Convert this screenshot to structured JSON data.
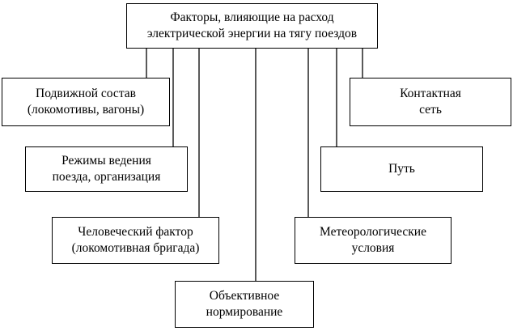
{
  "diagram": {
    "root": {
      "text": "Факторы, влияющие на расход\nэлектрической энергии на тягу поездов"
    },
    "factors": [
      {
        "id": "rolling-stock",
        "text": "Подвижной состав\n(локомотивы, вагоны)"
      },
      {
        "id": "driving-modes",
        "text": "Режимы ведения\nпоезда, организация"
      },
      {
        "id": "human-factor",
        "text": "Человеческий фактор\n(локомотивная бригада)"
      },
      {
        "id": "objective-rationing",
        "text": "Объективное\nнормирование"
      },
      {
        "id": "weather",
        "text": "Метеорологические\nусловия"
      },
      {
        "id": "track",
        "text": "Путь"
      },
      {
        "id": "catenary",
        "text": "Контактная\nсеть"
      }
    ]
  }
}
